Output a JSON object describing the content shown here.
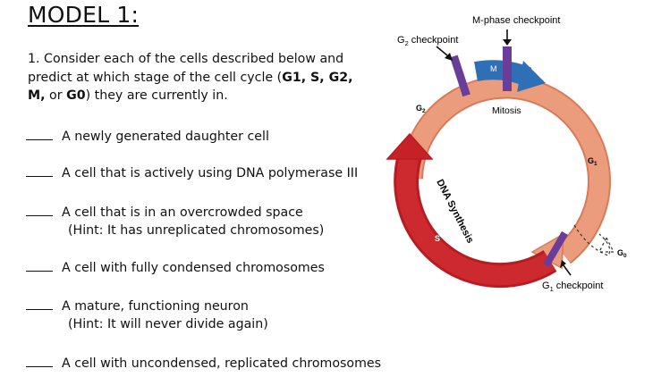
{
  "title": "MODEL 1:",
  "question": {
    "text_before": "1. Consider each of the cells described below and predict at which stage of the cell cycle (",
    "stages": "G1, S, G2, M,",
    "text_mid": " or ",
    "stage_g0": "G0",
    "text_after": ") they are currently in."
  },
  "items": [
    {
      "label": "A newly generated daughter cell",
      "hint": ""
    },
    {
      "label": "A cell that is actively using DNA polymerase III",
      "hint": ""
    },
    {
      "label": "A cell that is in an overcrowded space",
      "hint": "(Hint:  It has unreplicated chromosomes)"
    },
    {
      "label": "A cell with fully condensed chromosomes",
      "hint": ""
    },
    {
      "label": "A mature, functioning neuron",
      "hint": "(Hint: It will never divide again)"
    },
    {
      "label": "A cell with uncondensed, replicated chromosomes",
      "hint": ""
    }
  ],
  "diagram": {
    "m_phase_checkpoint": "M-phase checkpoint",
    "g2_checkpoint_base": "G",
    "g2_checkpoint_sub": "2",
    "g2_checkpoint_rest": " checkpoint",
    "g1_checkpoint_base": "G",
    "g1_checkpoint_sub": "1",
    "g1_checkpoint_rest": " checkpoint",
    "mitosis": "Mitosis",
    "dna_synthesis": "DNA Synthesis",
    "m": "M",
    "s": "S",
    "g2_base": "G",
    "g2_sub": "2",
    "g1_base": "G",
    "g1_sub": "1",
    "g0_base": "G",
    "g0_sub": "0",
    "colors": {
      "orange": "#e8906f",
      "red": "#c62127",
      "blue": "#2f6fb5",
      "purple": "#6a3d9a"
    }
  }
}
